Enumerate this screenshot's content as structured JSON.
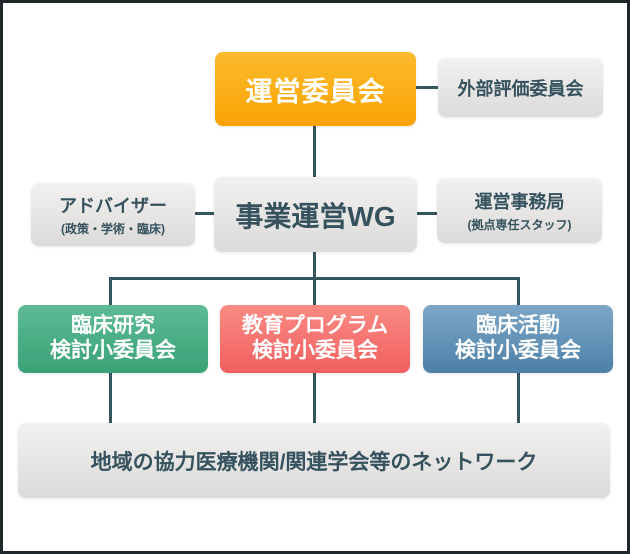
{
  "colors": {
    "background": "#ffffff",
    "frame_border": "#20272b",
    "connector_line": "#35565f",
    "dark_text": "#35525e",
    "light_text": "#ffffff",
    "orange_gradient_top": "#fcbb2e",
    "orange_gradient_bottom": "#f8a303",
    "gray_gradient_top": "#f2f1f0",
    "gray_gradient_bottom": "#dcdbd9",
    "green_gradient_top": "#5dbb95",
    "green_gradient_bottom": "#3aa277",
    "red_gradient_top": "#fa8b84",
    "red_gradient_bottom": "#f15f5f",
    "blue_gradient_top": "#7da7c8",
    "blue_gradient_bottom": "#4c80a7"
  },
  "org_chart": {
    "steering_committee": {
      "label": "運営委員会"
    },
    "external_evaluation_committee": {
      "label": "外部評価委員会"
    },
    "adviser": {
      "label": "アドバイザー",
      "sub_label": "(政策・学術・臨床)"
    },
    "business_operation_wg": {
      "label": "事業運営WG"
    },
    "operations_office": {
      "label": "運営事務局",
      "sub_label": "(拠点専任スタッフ)"
    },
    "clinical_research_subcommittee": {
      "line1": "臨床研究",
      "line2": "検討小委員会"
    },
    "education_program_subcommittee": {
      "line1": "教育プログラム",
      "line2": "検討小委員会"
    },
    "clinical_activity_subcommittee": {
      "line1": "臨床活動",
      "line2": "検討小委員会"
    },
    "regional_network": {
      "label": "地域の協力医療機関/関連学会等のネットワーク"
    }
  }
}
